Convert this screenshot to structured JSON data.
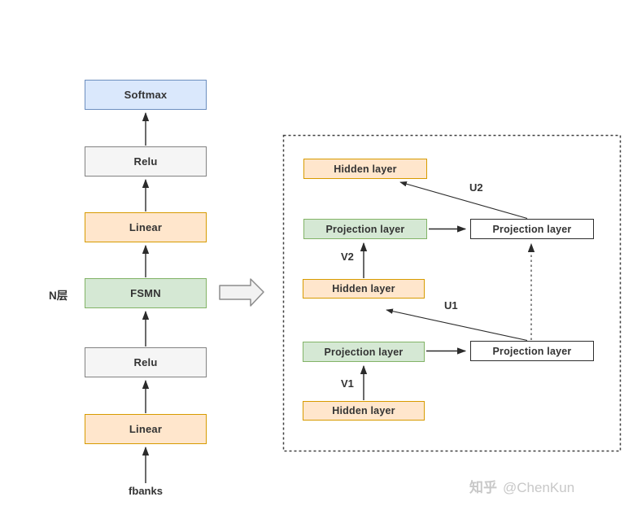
{
  "diagram": {
    "title_semantic": "FSMN acoustic model architecture",
    "left_column": {
      "n_layers_label": "N层",
      "input_label": "fbanks",
      "boxes": [
        {
          "id": "softmax",
          "label": "Softmax",
          "color": "blue"
        },
        {
          "id": "relu-upper",
          "label": "Relu",
          "color": "gray"
        },
        {
          "id": "linear-upper",
          "label": "Linear",
          "color": "orange"
        },
        {
          "id": "fsmn",
          "label": "FSMN",
          "color": "green"
        },
        {
          "id": "relu-lower",
          "label": "Relu",
          "color": "gray"
        },
        {
          "id": "linear-lower",
          "label": "Linear",
          "color": "orange"
        }
      ]
    },
    "detail_panel": {
      "boxes": [
        {
          "id": "hidden-top",
          "label": "Hidden layer",
          "color": "orange"
        },
        {
          "id": "projection-green-top",
          "label": "Projection layer",
          "color": "green"
        },
        {
          "id": "projection-memory-top",
          "label": "Projection layer",
          "color": "white"
        },
        {
          "id": "hidden-middle",
          "label": "Hidden layer",
          "color": "orange"
        },
        {
          "id": "projection-green-bottom",
          "label": "Projection layer",
          "color": "green"
        },
        {
          "id": "projection-memory-bottom",
          "label": "Projection layer",
          "color": "white"
        },
        {
          "id": "hidden-bottom",
          "label": "Hidden layer",
          "color": "orange"
        }
      ],
      "edge_labels": {
        "u2": "U2",
        "v2": "V2",
        "u1": "U1",
        "v1": "V1"
      }
    },
    "colors": {
      "blue_fill": "#dae8fc",
      "blue_stroke": "#6c8ebf",
      "gray_fill": "#f5f5f5",
      "gray_stroke": "#828282",
      "orange_fill": "#ffe6cc",
      "orange_stroke": "#d79b00",
      "green_fill": "#d5e8d4",
      "green_stroke": "#82b366",
      "white_fill": "#ffffff",
      "white_stroke": "#2d2d2d",
      "connector": "#2b2b2b",
      "dashed_border": "#3f3f3f",
      "block_arrow_fill": "#f2f2f2",
      "block_arrow_stroke": "#8c8c8c",
      "watermark": "#c8c8c8"
    }
  },
  "watermark": {
    "brand": "知乎",
    "handle": "@ChenKun"
  }
}
